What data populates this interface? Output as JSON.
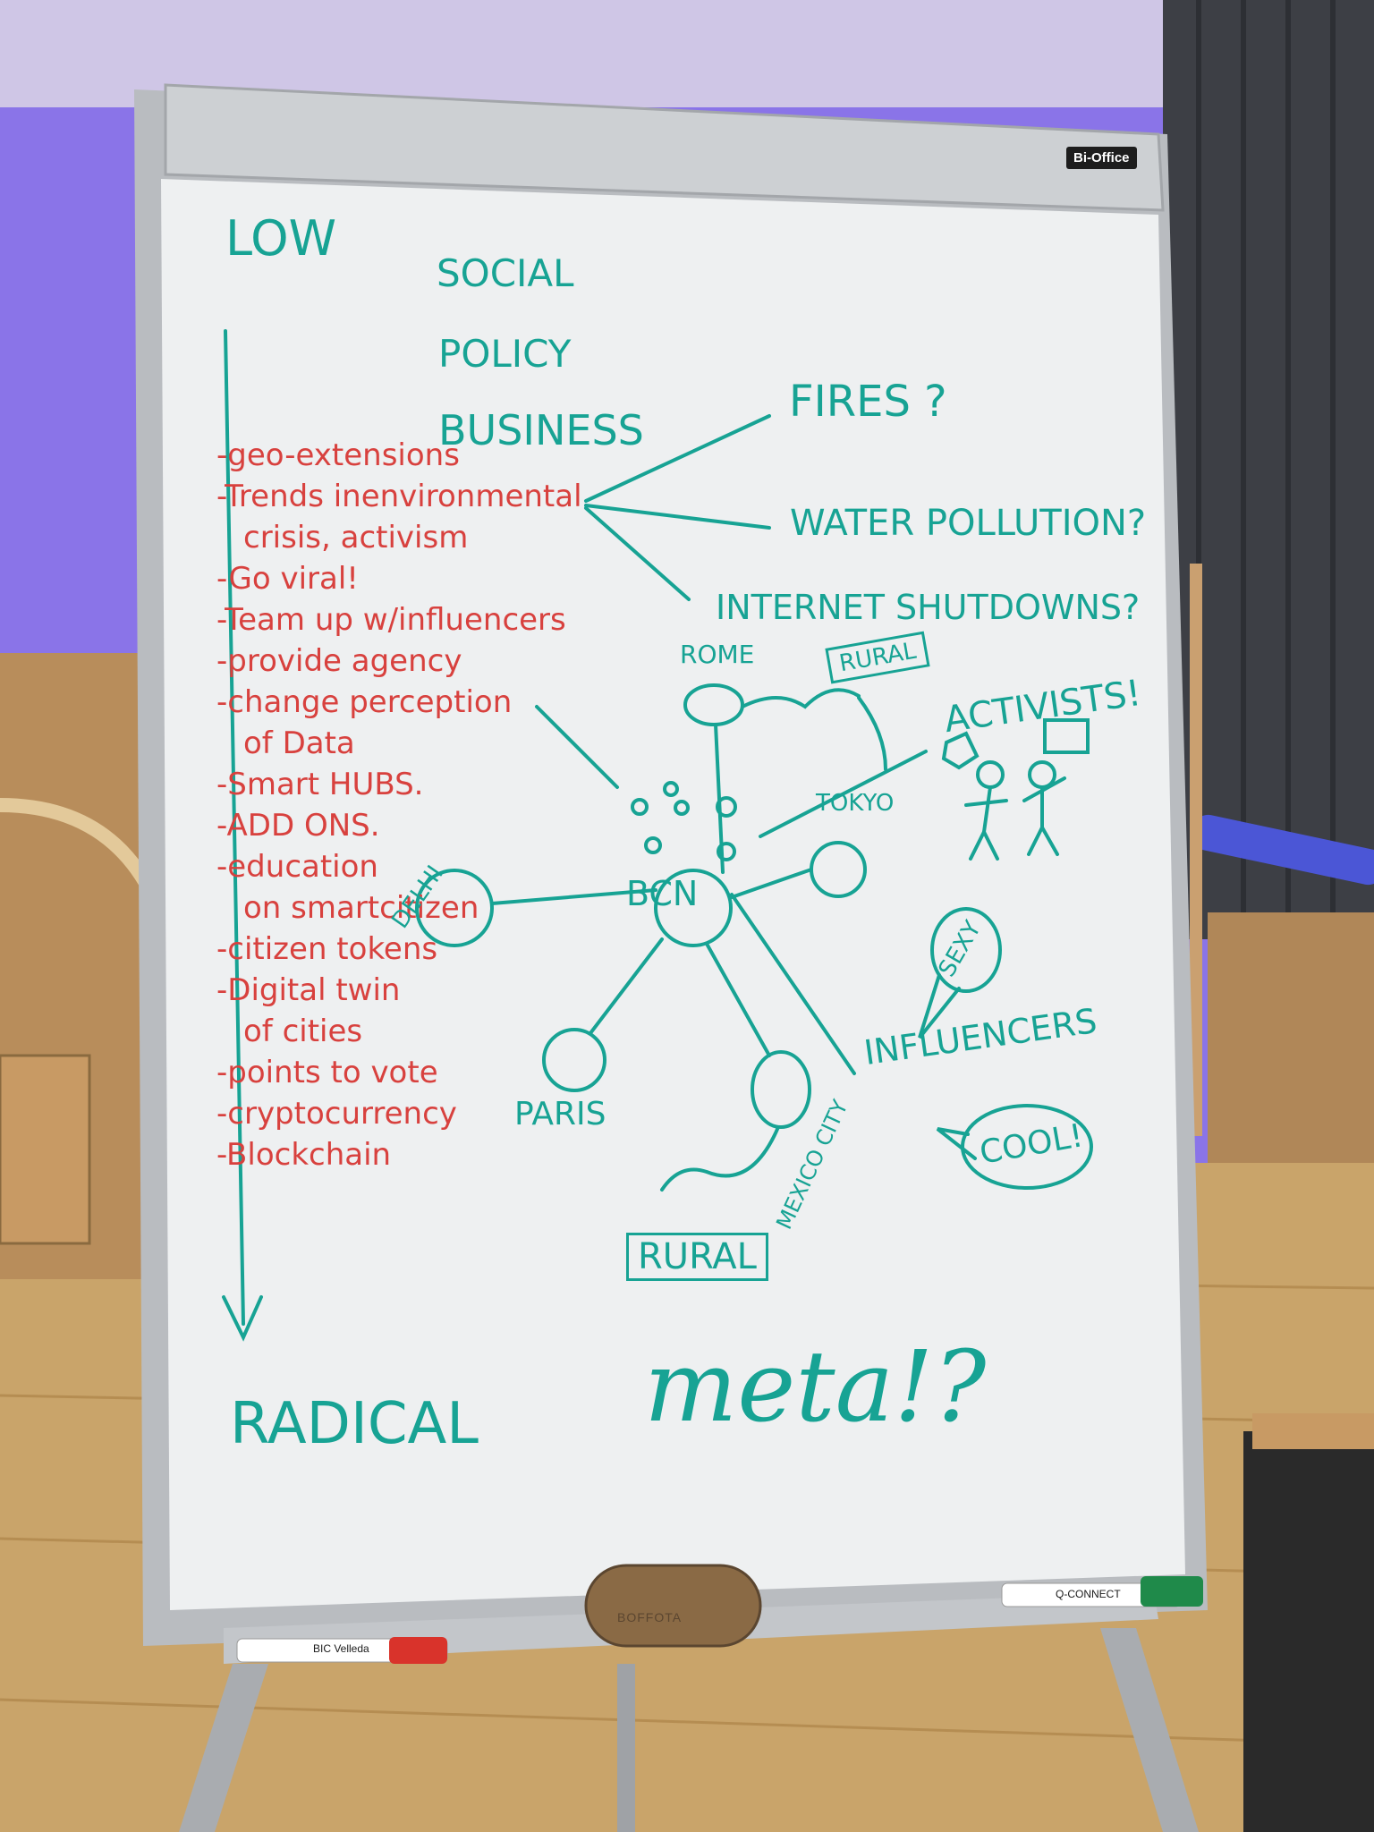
{
  "board": {
    "brand_logo": "Bi-Office",
    "axis": {
      "top_label": "LOW",
      "bottom_label": "RADICAL"
    },
    "categories": [
      "SOCIAL",
      "POLICY",
      "BUSINESS"
    ],
    "threats": [
      "FIRES ?",
      "WATER POLLUTION?",
      "INTERNET SHUTDOWNS?"
    ],
    "ideas": [
      "-geo-extensions",
      "-Trends inenvironmental",
      "crisis, activism",
      "-Go viral!",
      "-Team up w/influencers",
      "-provide agency",
      "-change perception",
      "of Data",
      "-Smart HUBS.",
      "-ADD ONS.",
      "-education",
      "on smartcitizen",
      "-citizen tokens",
      "-Digital twin",
      "of cities",
      "-points to vote",
      "-cryptocurrency",
      "-Blockchain"
    ],
    "map": {
      "center": "BCN",
      "cities": [
        "ROME",
        "TOKYO",
        "DELHI",
        "PARIS",
        "MEXICO CITY"
      ],
      "rural_labels": [
        "RURAL",
        "RURAL"
      ]
    },
    "audience": {
      "activists": "ACTIVISTS!",
      "influencers": "INFLUENCERS"
    },
    "speech_bubbles": [
      "SEXY",
      "COOL!"
    ],
    "closing_note": "meta!?"
  },
  "supplies": {
    "red_marker_label": "BIC Velleda",
    "green_marker_label": "Q-CONNECT",
    "eraser_label": "BOFFOTA"
  },
  "colors": {
    "teal_ink": "#17a394",
    "red_ink": "#d8413e",
    "whiteboard": "#eef0f1",
    "frame": "#b9bcc0",
    "floor": "#c9a46a",
    "wall_purple": "#8a74e8",
    "curtain": "#3d3f45"
  }
}
